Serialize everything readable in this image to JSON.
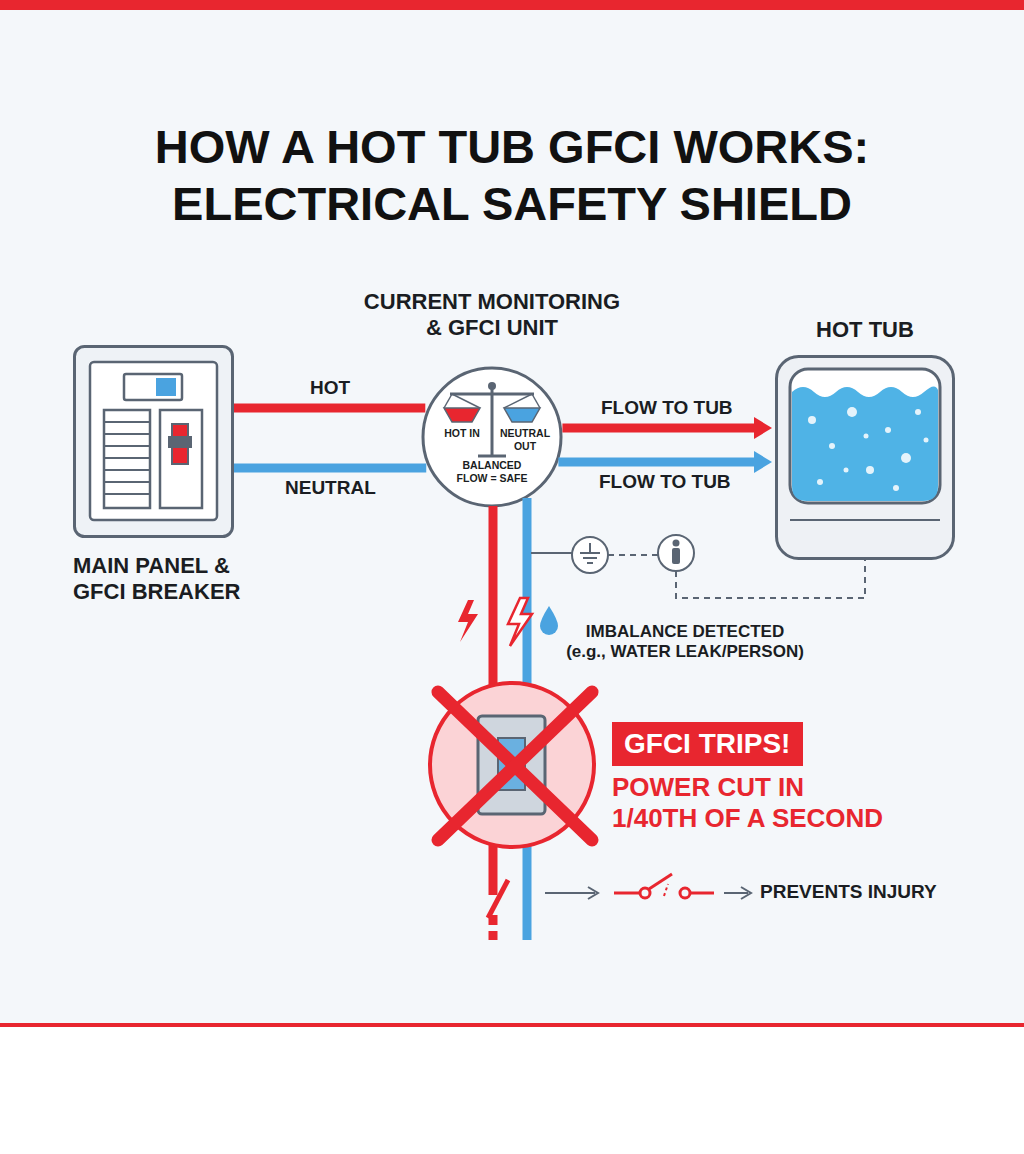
{
  "diagram": {
    "title": "HOW A HOT TUB GFCI WORKS: ELECTRICAL SAFETY SHIELD",
    "nodes": [
      {
        "text": [
          "MAIN PANEL & GFCI BREAKER"
        ]
      },
      {
        "text": [
          "CURRENT MONITORING & GFCI UNIT",
          "HOT IN",
          "NEUTRAL OUT",
          "BALANCED FLOW = SAFE"
        ]
      },
      {
        "text": [
          "HOT TUB"
        ]
      },
      {
        "text": [
          "GFCI TRIPS!"
        ]
      }
    ],
    "edges": [
      {
        "from": 0,
        "to": 1,
        "label": "HOT",
        "arrow": "none"
      },
      {
        "from": 0,
        "to": 1,
        "label": "NEUTRAL",
        "arrow": "none"
      },
      {
        "from": 1,
        "to": 2,
        "label": "FLOW TO TUB",
        "arrow": "to"
      },
      {
        "from": 1,
        "to": 2,
        "label": "FLOW TO TUB",
        "arrow": "to"
      }
    ],
    "labels": [
      "IMBALANCE DETECTED (e.g., WATER LEAK/PERSON)",
      "POWER CUT IN 1/40TH OF A SECOND",
      "PREVENTS INJURY"
    ]
  }
}
